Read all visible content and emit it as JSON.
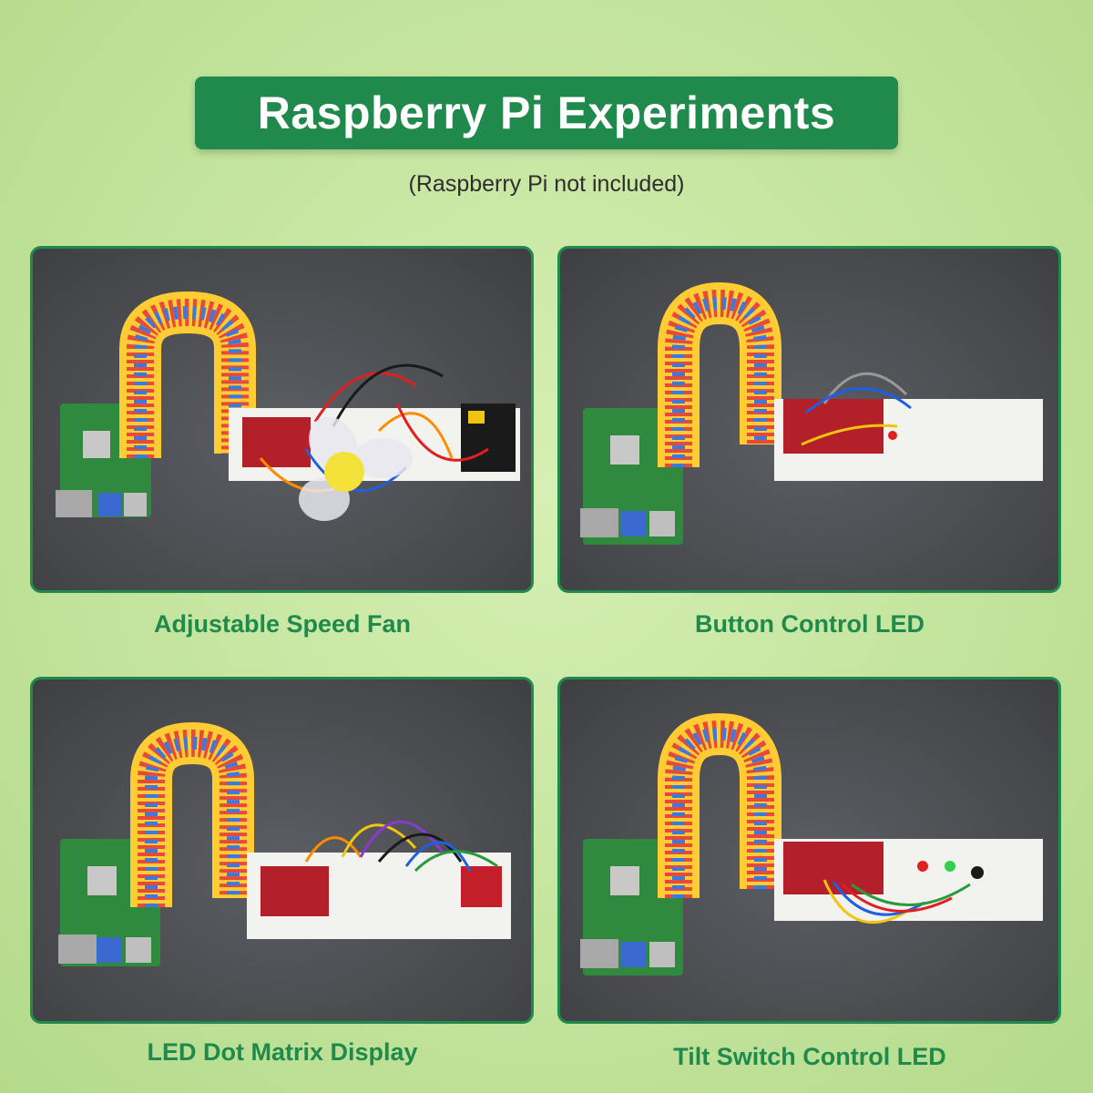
{
  "header": {
    "title": "Raspberry Pi Experiments",
    "subtitle": "(Raspberry Pi not included)"
  },
  "experiments": [
    {
      "caption": "Adjustable Speed Fan"
    },
    {
      "caption": "Button Control LED"
    },
    {
      "caption": "LED Dot Matrix Display"
    },
    {
      "caption": "Tilt Switch Control LED"
    }
  ],
  "colors": {
    "brand_green": "#1f8a4c",
    "background": "#c3e49d",
    "panel_bg": "#47494d"
  }
}
